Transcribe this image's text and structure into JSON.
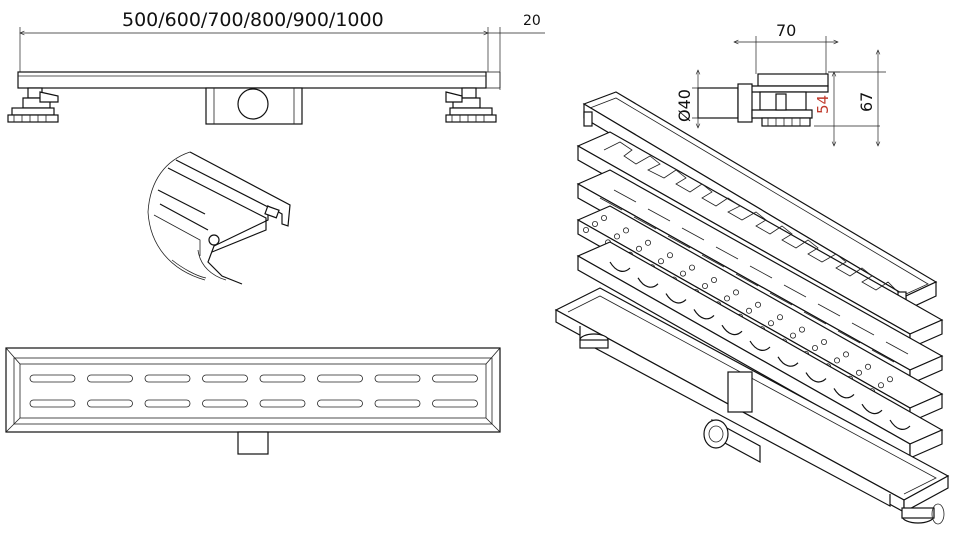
{
  "dimensions": {
    "lengths": "500/600/700/800/900/1000",
    "edge_offset": "20",
    "width": "70",
    "outlet_diameter": "Ø40",
    "height_low": "54",
    "height_high": "67"
  },
  "colors": {
    "line": "#111111",
    "highlight_dimension": "#c0392b",
    "background": "#ffffff"
  },
  "views": [
    "side-elevation-view",
    "profile-detail-view",
    "top-plan-view",
    "section-end-view",
    "exploded-isometric-view"
  ]
}
